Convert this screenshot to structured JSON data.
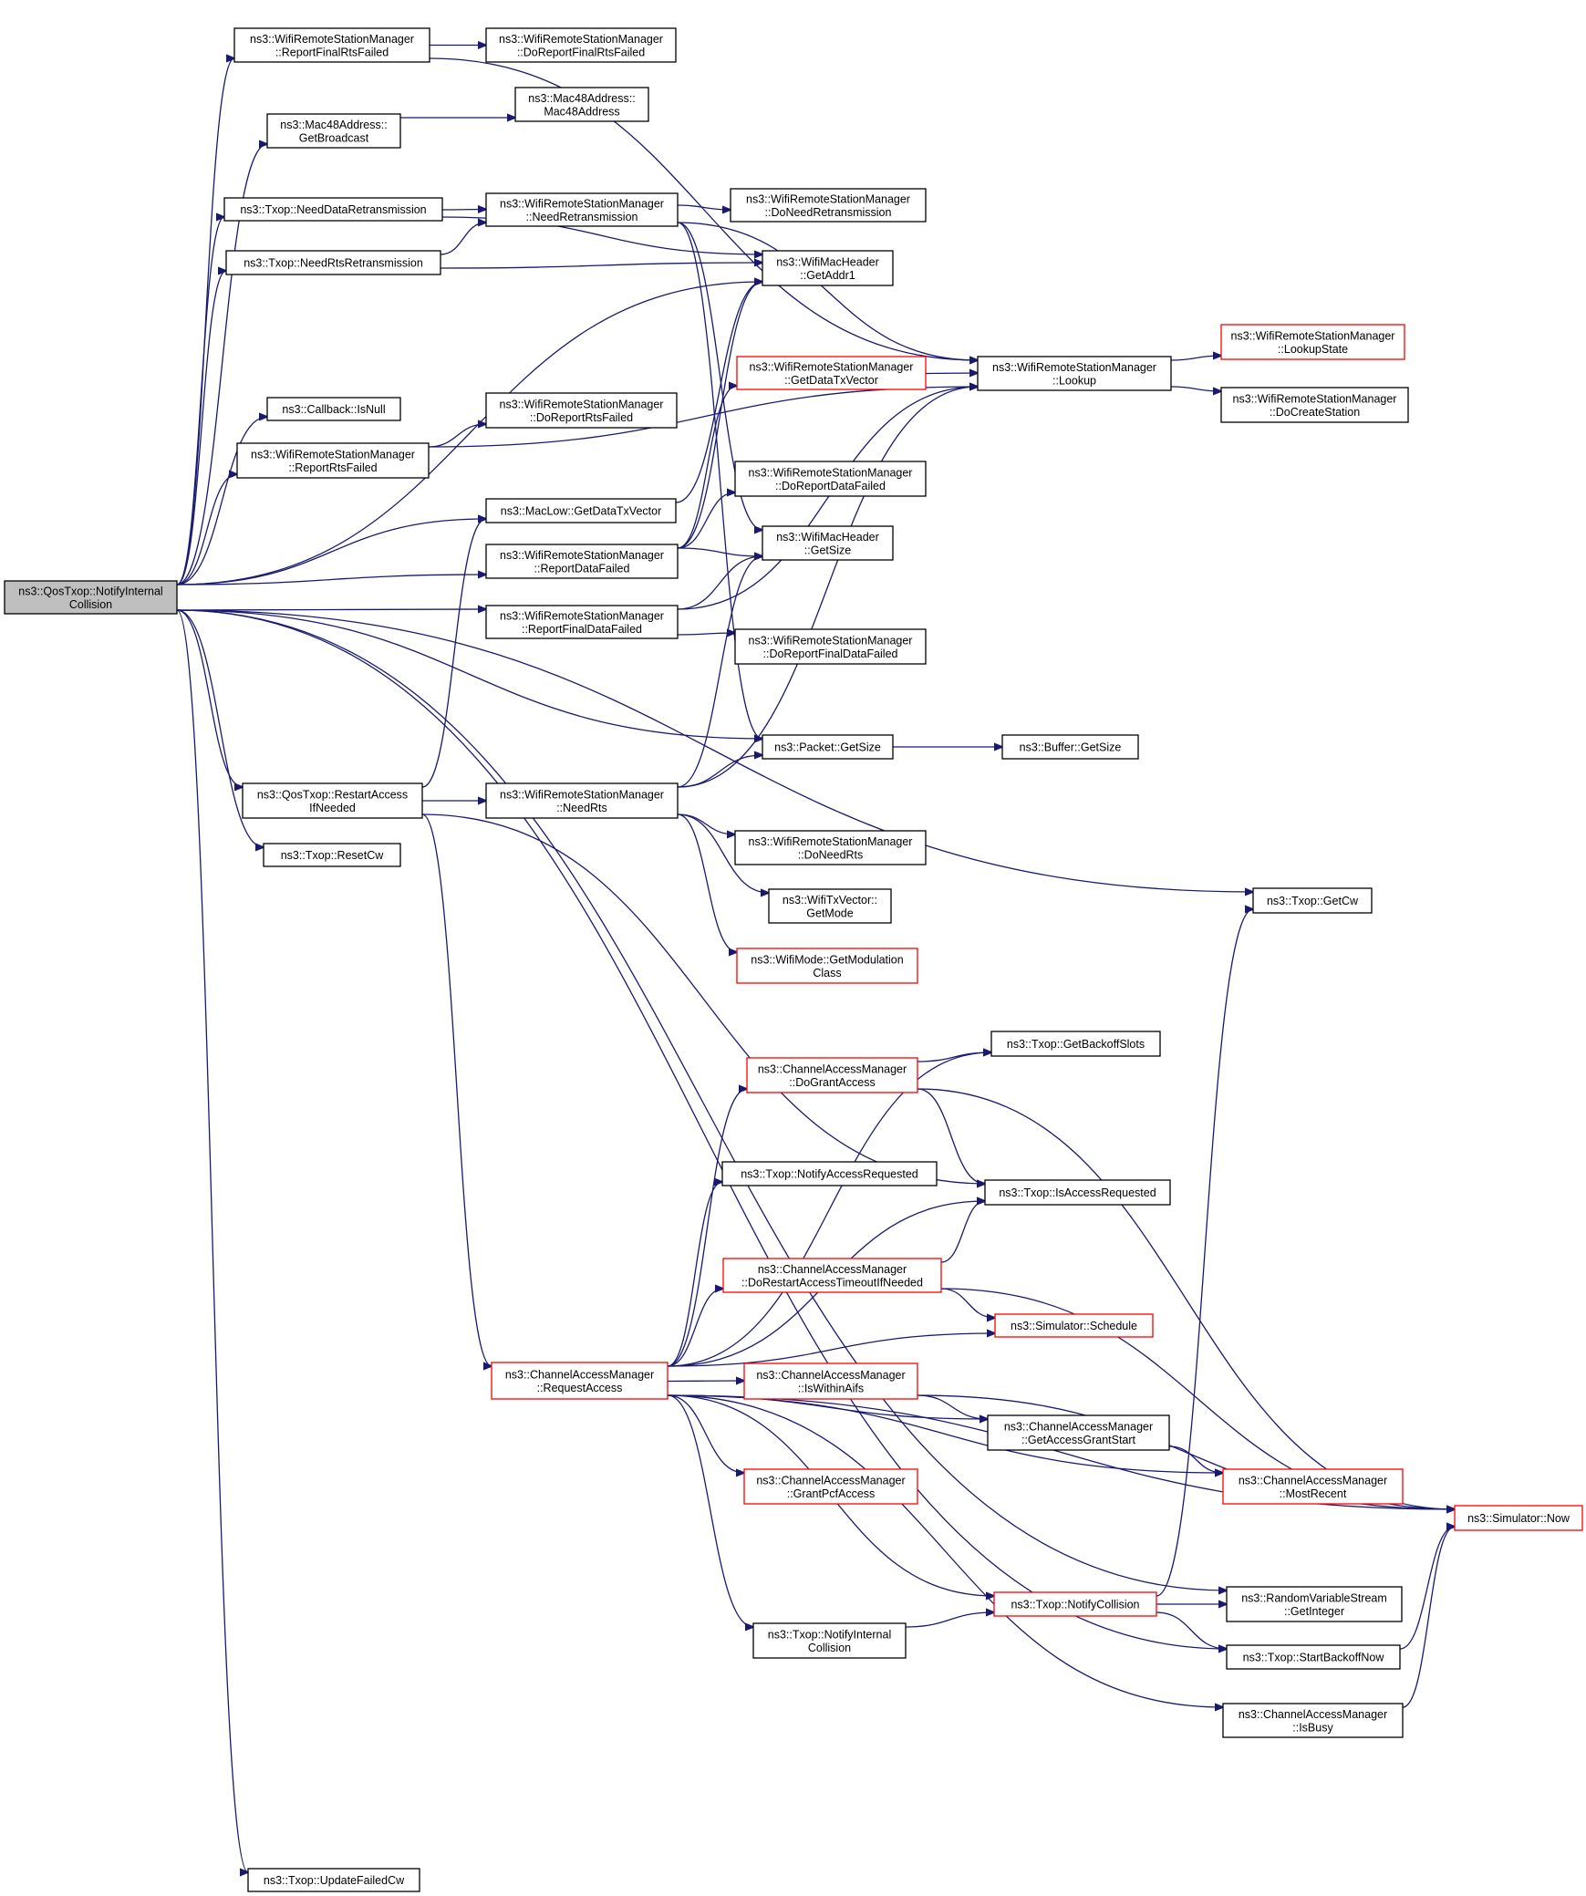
{
  "nodes": [
    {
      "id": "root",
      "lines": [
        "ns3::QosTxop::NotifyInternal",
        "Collision"
      ],
      "style": "root"
    },
    {
      "id": "rfrf",
      "lines": [
        "ns3::WifiRemoteStationManager",
        "::ReportFinalRtsFailed"
      ]
    },
    {
      "id": "dorfrf",
      "lines": [
        "ns3::WifiRemoteStationManager",
        "::DoReportFinalRtsFailed"
      ]
    },
    {
      "id": "mgb",
      "lines": [
        "ns3::Mac48Address::",
        "GetBroadcast"
      ]
    },
    {
      "id": "mac48",
      "lines": [
        "ns3::Mac48Address::",
        "Mac48Address"
      ]
    },
    {
      "id": "ndr",
      "lines": [
        "ns3::Txop::NeedDataRetransmission"
      ]
    },
    {
      "id": "nrt",
      "lines": [
        "ns3::WifiRemoteStationManager",
        "::NeedRetransmission"
      ]
    },
    {
      "id": "dnrt",
      "lines": [
        "ns3::WifiRemoteStationManager",
        "::DoNeedRetransmission"
      ]
    },
    {
      "id": "nrr",
      "lines": [
        "ns3::Txop::NeedRtsRetransmission"
      ]
    },
    {
      "id": "ga1",
      "lines": [
        "ns3::WifiMacHeader",
        "::GetAddr1"
      ]
    },
    {
      "id": "cbn",
      "lines": [
        "ns3::Callback::IsNull"
      ]
    },
    {
      "id": "rrf",
      "lines": [
        "ns3::WifiRemoteStationManager",
        "::ReportRtsFailed"
      ]
    },
    {
      "id": "drrf",
      "lines": [
        "ns3::WifiRemoteStationManager",
        "::DoReportRtsFailed"
      ]
    },
    {
      "id": "gdtv",
      "lines": [
        "ns3::WifiRemoteStationManager",
        "::GetDataTxVector"
      ],
      "style": "red"
    },
    {
      "id": "lookup",
      "lines": [
        "ns3::WifiRemoteStationManager",
        "::Lookup"
      ]
    },
    {
      "id": "lstate",
      "lines": [
        "ns3::WifiRemoteStationManager",
        "::LookupState"
      ],
      "style": "red"
    },
    {
      "id": "dcs",
      "lines": [
        "ns3::WifiRemoteStationManager",
        "::DoCreateStation"
      ]
    },
    {
      "id": "mlgdtv",
      "lines": [
        "ns3::MacLow::GetDataTxVector"
      ]
    },
    {
      "id": "drdf",
      "lines": [
        "ns3::WifiRemoteStationManager",
        "::DoReportDataFailed"
      ]
    },
    {
      "id": "rdf",
      "lines": [
        "ns3::WifiRemoteStationManager",
        "::ReportDataFailed"
      ]
    },
    {
      "id": "whgs",
      "lines": [
        "ns3::WifiMacHeader",
        "::GetSize"
      ]
    },
    {
      "id": "rfdf",
      "lines": [
        "ns3::WifiRemoteStationManager",
        "::ReportFinalDataFailed"
      ]
    },
    {
      "id": "drfdf",
      "lines": [
        "ns3::WifiRemoteStationManager",
        "::DoReportFinalDataFailed"
      ]
    },
    {
      "id": "pgs",
      "lines": [
        "ns3::Packet::GetSize"
      ]
    },
    {
      "id": "bgs",
      "lines": [
        "ns3::Buffer::GetSize"
      ]
    },
    {
      "id": "raif",
      "lines": [
        "ns3::QosTxop::RestartAccess",
        "IfNeeded"
      ]
    },
    {
      "id": "nrts",
      "lines": [
        "ns3::WifiRemoteStationManager",
        "::NeedRts"
      ]
    },
    {
      "id": "dnrts",
      "lines": [
        "ns3::WifiRemoteStationManager",
        "::DoNeedRts"
      ]
    },
    {
      "id": "rcw",
      "lines": [
        "ns3::Txop::ResetCw"
      ]
    },
    {
      "id": "gmode",
      "lines": [
        "ns3::WifiTxVector::",
        "GetMode"
      ]
    },
    {
      "id": "gcw",
      "lines": [
        "ns3::Txop::GetCw"
      ]
    },
    {
      "id": "gmc",
      "lines": [
        "ns3::WifiMode::GetModulation",
        "Class"
      ],
      "style": "red"
    },
    {
      "id": "gbs",
      "lines": [
        "ns3::Txop::GetBackoffSlots"
      ]
    },
    {
      "id": "dga",
      "lines": [
        "ns3::ChannelAccessManager",
        "::DoGrantAccess"
      ],
      "style": "red"
    },
    {
      "id": "nar",
      "lines": [
        "ns3::Txop::NotifyAccessRequested"
      ]
    },
    {
      "id": "iar",
      "lines": [
        "ns3::Txop::IsAccessRequested"
      ]
    },
    {
      "id": "drat",
      "lines": [
        "ns3::ChannelAccessManager",
        "::DoRestartAccessTimeoutIfNeeded"
      ],
      "style": "red"
    },
    {
      "id": "sched",
      "lines": [
        "ns3::Simulator::Schedule"
      ],
      "style": "red"
    },
    {
      "id": "ra",
      "lines": [
        "ns3::ChannelAccessManager",
        "::RequestAccess"
      ],
      "style": "red"
    },
    {
      "id": "iwa",
      "lines": [
        "ns3::ChannelAccessManager",
        "::IsWithinAifs"
      ],
      "style": "red"
    },
    {
      "id": "gags",
      "lines": [
        "ns3::ChannelAccessManager",
        "::GetAccessGrantStart"
      ]
    },
    {
      "id": "gpa",
      "lines": [
        "ns3::ChannelAccessManager",
        "::GrantPcfAccess"
      ],
      "style": "red"
    },
    {
      "id": "mr",
      "lines": [
        "ns3::ChannelAccessManager",
        "::MostRecent"
      ],
      "style": "red"
    },
    {
      "id": "now",
      "lines": [
        "ns3::Simulator::Now"
      ],
      "style": "red"
    },
    {
      "id": "nc",
      "lines": [
        "ns3::Txop::NotifyCollision"
      ],
      "style": "red"
    },
    {
      "id": "rvs",
      "lines": [
        "ns3::RandomVariableStream",
        "::GetInteger"
      ]
    },
    {
      "id": "nic",
      "lines": [
        "ns3::Txop::NotifyInternal",
        "Collision"
      ]
    },
    {
      "id": "sbn",
      "lines": [
        "ns3::Txop::StartBackoffNow"
      ]
    },
    {
      "id": "ibusy",
      "lines": [
        "ns3::ChannelAccessManager",
        "::IsBusy"
      ]
    },
    {
      "id": "ufcw",
      "lines": [
        "ns3::Txop::UpdateFailedCw"
      ]
    }
  ],
  "edges": [
    [
      "root",
      "rfrf"
    ],
    [
      "rfrf",
      "dorfrf"
    ],
    [
      "rfrf",
      "lookup"
    ],
    [
      "root",
      "mgb"
    ],
    [
      "mgb",
      "mac48"
    ],
    [
      "root",
      "ndr"
    ],
    [
      "ndr",
      "nrt"
    ],
    [
      "ndr",
      "ga1"
    ],
    [
      "nrt",
      "dnrt"
    ],
    [
      "nrt",
      "lookup"
    ],
    [
      "nrt",
      "whgs"
    ],
    [
      "nrt",
      "pgs"
    ],
    [
      "root",
      "nrr"
    ],
    [
      "nrr",
      "nrt"
    ],
    [
      "nrr",
      "ga1"
    ],
    [
      "root",
      "ga1"
    ],
    [
      "root",
      "cbn"
    ],
    [
      "root",
      "rrf"
    ],
    [
      "rrf",
      "drrf"
    ],
    [
      "rrf",
      "lookup"
    ],
    [
      "root",
      "mlgdtv"
    ],
    [
      "mlgdtv",
      "ga1"
    ],
    [
      "root",
      "rdf"
    ],
    [
      "rdf",
      "drdf"
    ],
    [
      "rdf",
      "gdtv"
    ],
    [
      "rdf",
      "whgs"
    ],
    [
      "rdf",
      "ga1"
    ],
    [
      "gdtv",
      "lookup"
    ],
    [
      "lookup",
      "lstate"
    ],
    [
      "lookup",
      "dcs"
    ],
    [
      "root",
      "rfdf"
    ],
    [
      "rfdf",
      "drfdf"
    ],
    [
      "rfdf",
      "whgs"
    ],
    [
      "rfdf",
      "lookup"
    ],
    [
      "root",
      "gcw"
    ],
    [
      "root",
      "pgs"
    ],
    [
      "pgs",
      "bgs"
    ],
    [
      "root",
      "raif"
    ],
    [
      "raif",
      "mlgdtv"
    ],
    [
      "raif",
      "nrts"
    ],
    [
      "raif",
      "iar"
    ],
    [
      "raif",
      "ra"
    ],
    [
      "nrts",
      "pgs"
    ],
    [
      "nrts",
      "dnrts"
    ],
    [
      "nrts",
      "gmode"
    ],
    [
      "nrts",
      "gmc"
    ],
    [
      "nrts",
      "lookup"
    ],
    [
      "nrts",
      "whgs"
    ],
    [
      "root",
      "rcw"
    ],
    [
      "ra",
      "gbs"
    ],
    [
      "ra",
      "dga"
    ],
    [
      "ra",
      "nar"
    ],
    [
      "ra",
      "iar"
    ],
    [
      "ra",
      "drat"
    ],
    [
      "ra",
      "sched"
    ],
    [
      "ra",
      "iwa"
    ],
    [
      "ra",
      "gags"
    ],
    [
      "ra",
      "gpa"
    ],
    [
      "ra",
      "mr"
    ],
    [
      "ra",
      "nc"
    ],
    [
      "ra",
      "nic"
    ],
    [
      "ra",
      "ibusy"
    ],
    [
      "ra",
      "now"
    ],
    [
      "dga",
      "gbs"
    ],
    [
      "dga",
      "iar"
    ],
    [
      "dga",
      "now"
    ],
    [
      "drat",
      "iar"
    ],
    [
      "drat",
      "sched"
    ],
    [
      "drat",
      "now"
    ],
    [
      "iwa",
      "gags"
    ],
    [
      "iwa",
      "now"
    ],
    [
      "gags",
      "mr"
    ],
    [
      "nic",
      "nc"
    ],
    [
      "nc",
      "gcw"
    ],
    [
      "nc",
      "rvs"
    ],
    [
      "nc",
      "sbn"
    ],
    [
      "sbn",
      "now"
    ],
    [
      "ibusy",
      "now"
    ],
    [
      "root",
      "rvs"
    ],
    [
      "root",
      "sbn"
    ],
    [
      "root",
      "ufcw"
    ]
  ]
}
